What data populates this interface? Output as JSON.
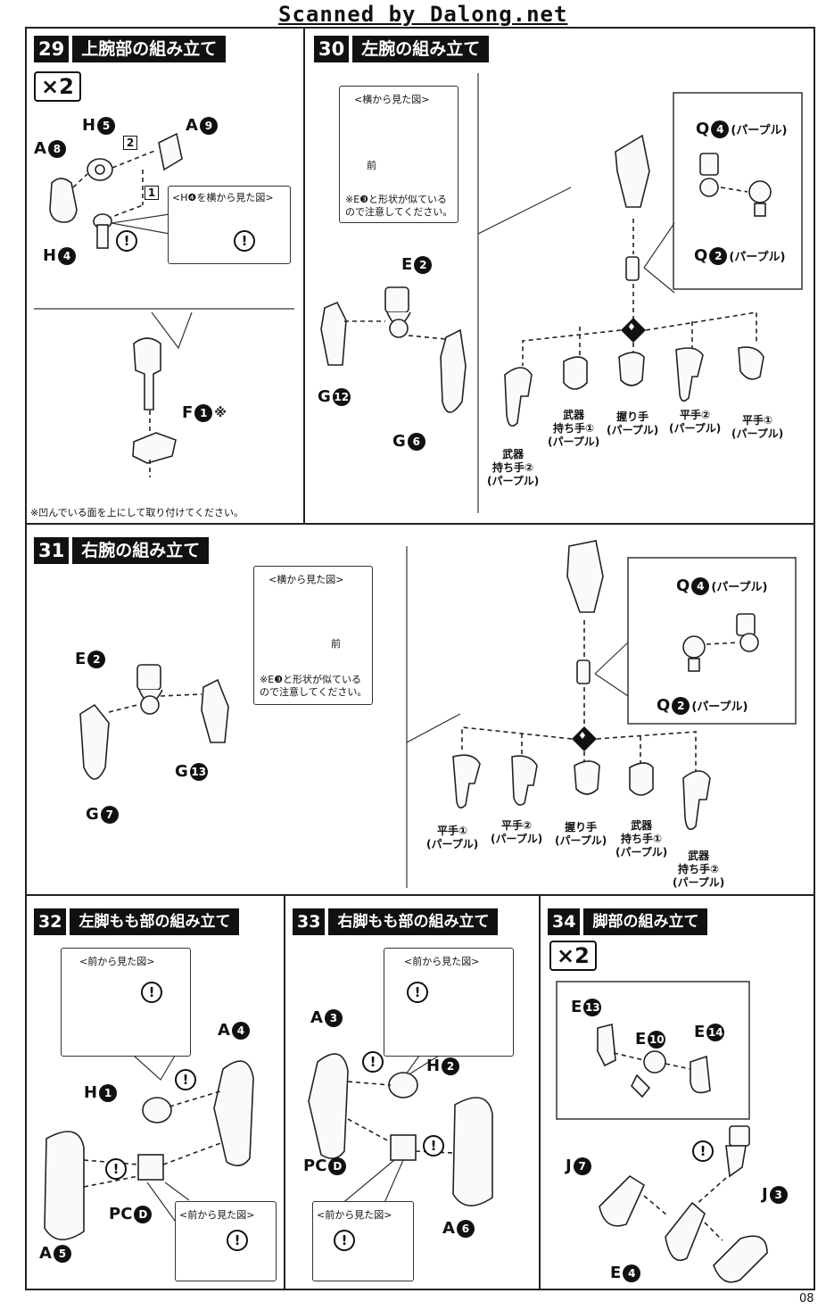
{
  "page": {
    "scan_credit": "Scanned by Dalong.net",
    "page_number": "08",
    "warning_mark": "!",
    "bracket": "♦"
  },
  "steps": {
    "s29": {
      "num": "29",
      "title": "上腕部の組み立て",
      "multiplier": "×2",
      "labels": {
        "A8": "A",
        "A8n": "8",
        "H5": "H",
        "H5n": "5",
        "A9": "A",
        "A9n": "9",
        "H4": "H",
        "H4n": "4",
        "F1": "F",
        "F1n": "1",
        "F1mark": "※"
      },
      "sub_step_1": "1",
      "sub_step_2": "2",
      "callout": "<H❹を横から見た図>",
      "note": "※凹んでいる面を上にして取り付けてください。"
    },
    "s30": {
      "num": "30",
      "title": "左腕の組み立て",
      "callout": "<横から見た図>",
      "front": "前",
      "note": "※E❸と形状が似ている\nので注意してください。",
      "labels": {
        "E2": "E",
        "E2n": "2",
        "G12": "G",
        "G12n": "12",
        "G6": "G",
        "G6n": "6",
        "Q4": "Q",
        "Q4n": "4",
        "Q4c": "(パープル)",
        "Q2": "Q",
        "Q2n": "2",
        "Q2c": "(パープル)"
      },
      "hands": [
        "武器\n持ち手②\n(パープル)",
        "武器\n持ち手①\n(パープル)",
        "握り手\n(パープル)",
        "平手②\n(パープル)",
        "平手①\n(パープル)"
      ]
    },
    "s31": {
      "num": "31",
      "title": "右腕の組み立て",
      "callout": "<横から見た図>",
      "front": "前",
      "note": "※E❸と形状が似ている\nので注意してください。",
      "labels": {
        "E2": "E",
        "E2n": "2",
        "G13": "G",
        "G13n": "13",
        "G7": "G",
        "G7n": "7",
        "Q4": "Q",
        "Q4n": "4",
        "Q4c": "(パープル)",
        "Q2": "Q",
        "Q2n": "2",
        "Q2c": "(パープル)"
      },
      "hands": [
        "平手①\n(パープル)",
        "平手②\n(パープル)",
        "握り手\n(パープル)",
        "武器\n持ち手①\n(パープル)",
        "武器\n持ち手②\n(パープル)"
      ]
    },
    "s32": {
      "num": "32",
      "title": "左脚もも部の組み立て",
      "callout_top": "<前から見た図>",
      "callout_bottom": "<前から見た図>",
      "labels": {
        "A4": "A",
        "A4n": "4",
        "H1": "H",
        "H1n": "1",
        "PCD": "PC",
        "PCDn": "D",
        "A5": "A",
        "A5n": "5"
      }
    },
    "s33": {
      "num": "33",
      "title": "右脚もも部の組み立て",
      "callout_top": "<前から見た図>",
      "callout_bottom": "<前から見た図>",
      "labels": {
        "A3": "A",
        "A3n": "3",
        "H2": "H",
        "H2n": "2",
        "PCD": "PC",
        "PCDn": "D",
        "A6": "A",
        "A6n": "6"
      }
    },
    "s34": {
      "num": "34",
      "title": "脚部の組み立て",
      "multiplier": "×2",
      "labels": {
        "E13": "E",
        "E13n": "13",
        "E10": "E",
        "E10n": "10",
        "E14": "E",
        "E14n": "14",
        "J7": "J",
        "J7n": "7",
        "J3": "J",
        "J3n": "3",
        "E4": "E",
        "E4n": "4"
      }
    }
  }
}
